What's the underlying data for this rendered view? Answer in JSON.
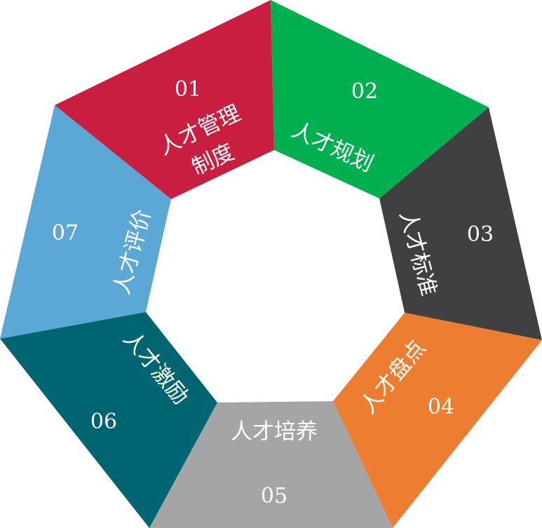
{
  "segments": [
    {
      "number": "01",
      "label_lines": [
        "人才管理",
        "制度"
      ],
      "color": "#C91E3F"
    },
    {
      "number": "02",
      "label_lines": [
        "人才规划"
      ],
      "color": "#00B050"
    },
    {
      "number": "03",
      "label_lines": [
        "人才标准"
      ],
      "color": "#404040"
    },
    {
      "number": "04",
      "label_lines": [
        "人才盘点"
      ],
      "color": "#ED7D31"
    },
    {
      "number": "05",
      "label_lines": [
        "人才培养"
      ],
      "color": "#A5A5A5"
    },
    {
      "number": "06",
      "label_lines": [
        "人才激励"
      ],
      "color": "#006570"
    },
    {
      "number": "07",
      "label_lines": [
        "人才评价"
      ],
      "color": "#5BA7D6"
    }
  ]
}
